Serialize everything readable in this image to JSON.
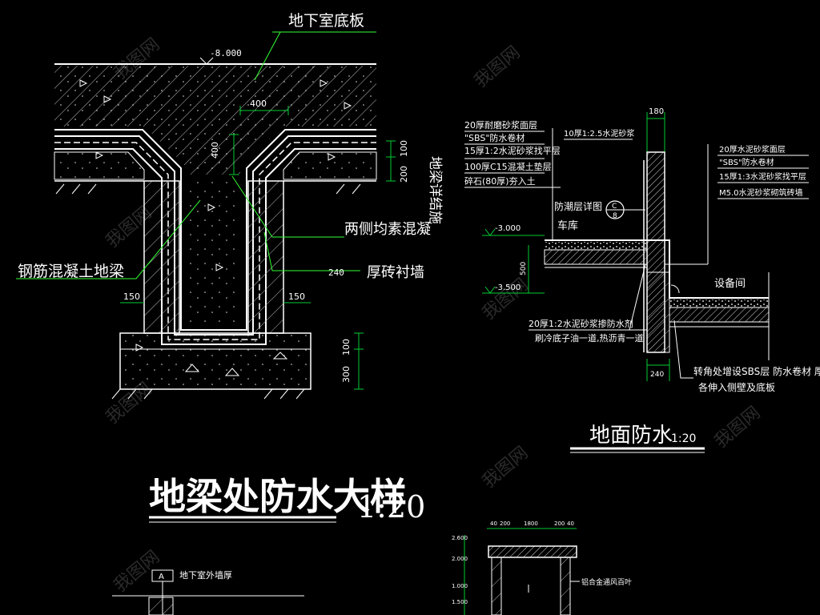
{
  "colors": {
    "background": "#000000",
    "outline": "#ffffff",
    "dimension": "#00cc33",
    "leader": "#33ff33",
    "hatch": "#cccccc",
    "accent": "#ff3333"
  },
  "ground_beam_detail": {
    "title": "地梁处防水大样",
    "scale": "1:20",
    "elevation_top": "-8.000",
    "labels": {
      "basement_slab": "地下室底板",
      "beam": "钢筋混凝土地梁",
      "plain_concrete": "两侧均素混凝",
      "brick_wall": "厚砖衬墙",
      "brick_wall_thk": "240",
      "vertical_note": "地梁详结施"
    },
    "dims": {
      "d400_h": "400",
      "d400_v": "400",
      "d100_top": "100",
      "d200": "200",
      "d150_left": "150",
      "d150_right": "150",
      "d100_bottom": "100",
      "d300": "300"
    }
  },
  "floor_waterproof": {
    "title": "地面防水",
    "scale": "1:20",
    "left_layers": [
      "20厚耐磨砂浆面层",
      "\"SBS\"防水卷材",
      "15厚1:2水泥砂浆找平层",
      "100厚C15混凝土垫层",
      "碎石(80厚)夯入土"
    ],
    "right_layers": [
      "20厚水泥砂浆面层",
      "\"SBS\"防水卷材",
      "15厚1:3水泥砂浆找平层",
      "M5.0水泥砂浆砌筑砖墙"
    ],
    "top_note": "10厚1:2.5水泥砂浆",
    "dim_top": "180",
    "moisture_label": "防潮层详图",
    "callout_num": "C",
    "callout_den": "8",
    "garage": "车库",
    "equipment_room": "设备间",
    "elev_1": "-3.000",
    "elev_2": "-3.500",
    "dim_500": "500",
    "note_a1": "20厚1:2水泥砂浆掺防水剂",
    "note_a2": "刷冷底子油一道,热沥青一道",
    "note_b1": "转角处增设SBS层  防水卷材 厚,",
    "note_b2": "各伸入侧壁及底板",
    "dim_bottom": "240"
  },
  "bottom_detail": {
    "marker": "A",
    "label_wall": "地下室外墙厚",
    "label_vent": "铝合金通风百叶",
    "elev_1": "2.600",
    "elev_2": "2.000",
    "elev_3": "1.000",
    "elev_4": "1.500",
    "dims_top": [
      "40",
      "200",
      "1800",
      "200",
      "40"
    ]
  },
  "watermarks": [
    "我图网",
    "我图网",
    "我图网",
    "我图网",
    "我图网",
    "我图网",
    "我图网",
    "我图网"
  ]
}
